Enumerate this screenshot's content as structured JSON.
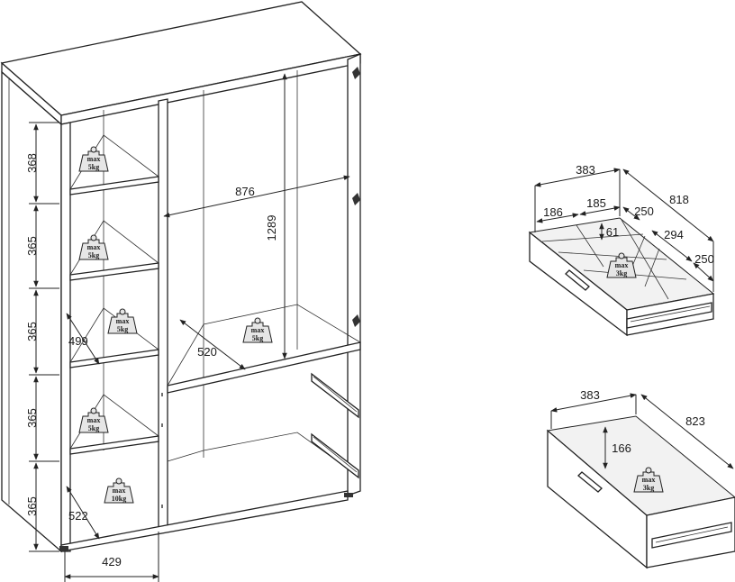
{
  "weights": {
    "max": "max",
    "kg5": "5kg",
    "kg10": "10kg",
    "kg3": "3kg"
  },
  "cabinet": {
    "shelf_heights": [
      "368",
      "365",
      "365",
      "365",
      "365"
    ],
    "depth_upper": "499",
    "depth_lower": "522",
    "left_width": "429",
    "inner_width": "876",
    "inner_height": "1289",
    "right_depth": "520"
  },
  "drawer_top": {
    "width": "383",
    "depth": "818",
    "compartments": [
      "186",
      "185",
      "250",
      "294",
      "250",
      "61"
    ]
  },
  "drawer_bottom": {
    "width": "383",
    "depth": "823",
    "height": "166"
  }
}
